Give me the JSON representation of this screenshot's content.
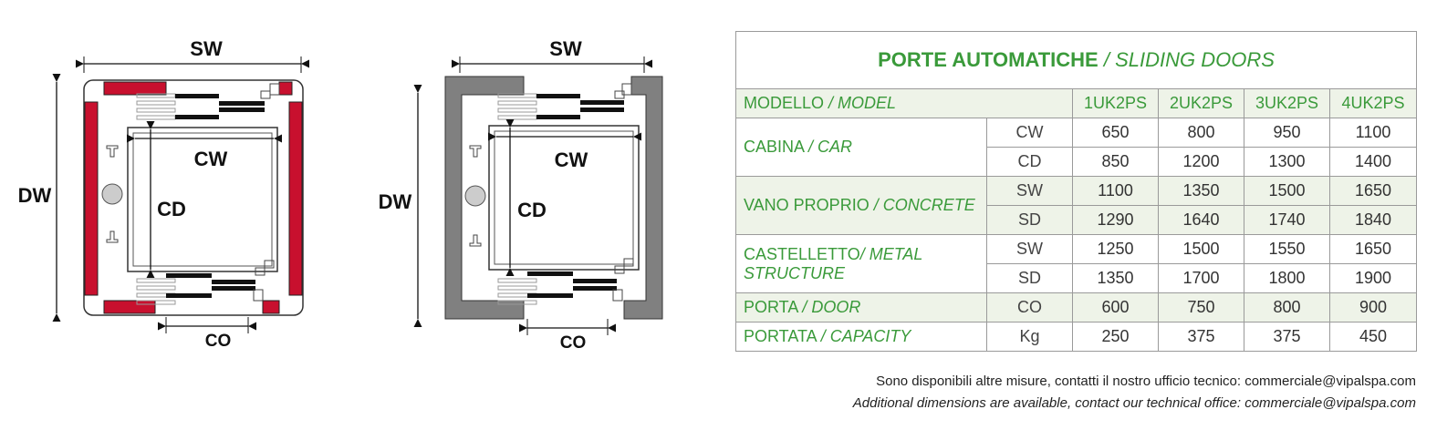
{
  "diagrams": {
    "left": {
      "sw": "SW",
      "dw": "DW",
      "cw": "CW",
      "cd": "CD",
      "co": "CO"
    },
    "right": {
      "sw": "SW",
      "dw": "DW",
      "cw": "CW",
      "cd": "CD",
      "co": "CO"
    },
    "colors": {
      "frame_red": "#c8102e",
      "frame_gray": "#808080"
    }
  },
  "table": {
    "title_main": "PORTE AUTOMATICHE",
    "title_sub": "/ SLIDING DOORS",
    "header": {
      "label_main": "MODELLO",
      "label_sub": "/ MODEL",
      "models": [
        "1UK2PS",
        "2UK2PS",
        "3UK2PS",
        "4UK2PS"
      ]
    },
    "groups": [
      {
        "main": "CABINA",
        "sub": "/ CAR",
        "rows": [
          {
            "key": "CW",
            "values": [
              "650",
              "800",
              "950",
              "1100"
            ]
          },
          {
            "key": "CD",
            "values": [
              "850",
              "1200",
              "1300",
              "1400"
            ]
          }
        ]
      },
      {
        "main": "VANO PROPRIO",
        "sub": "/ CONCRETE",
        "rows": [
          {
            "key": "SW",
            "values": [
              "1100",
              "1350",
              "1500",
              "1650"
            ]
          },
          {
            "key": "SD",
            "values": [
              "1290",
              "1640",
              "1740",
              "1840"
            ]
          }
        ]
      },
      {
        "main": "CASTELLETTO",
        "sub": "/ METAL STRUCTURE",
        "rows": [
          {
            "key": "SW",
            "values": [
              "1250",
              "1500",
              "1550",
              "1650"
            ]
          },
          {
            "key": "SD",
            "values": [
              "1350",
              "1700",
              "1800",
              "1900"
            ]
          }
        ]
      },
      {
        "main": "PORTA",
        "sub": "/ DOOR",
        "rows": [
          {
            "key": "CO",
            "values": [
              "600",
              "750",
              "800",
              "900"
            ]
          }
        ]
      },
      {
        "main": "PORTATA",
        "sub": "/ CAPACITY",
        "rows": [
          {
            "key": "Kg",
            "values": [
              "250",
              "375",
              "375",
              "450"
            ]
          }
        ]
      }
    ],
    "accent_color": "#3a9a3a"
  },
  "footnote": {
    "line1": "Sono disponibili altre misure, contatti il nostro ufficio tecnico: commerciale@vipalspa.com",
    "line2": "Additional dimensions are available, contact our technical office: commerciale@vipalspa.com"
  }
}
